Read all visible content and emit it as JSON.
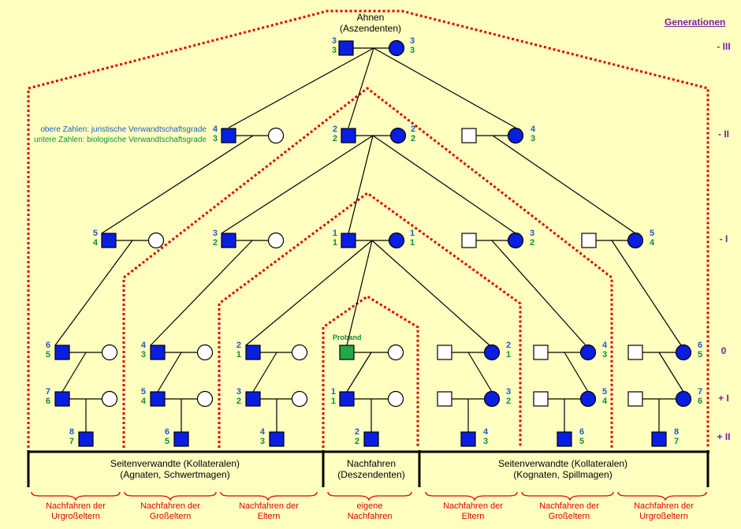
{
  "title": {
    "line1": "Ahnen",
    "line2": "(Aszendenten)"
  },
  "generations_header": "Generationen",
  "generation_labels": [
    "- III",
    "- II",
    "- I",
    "0",
    "+ I",
    "+ II"
  ],
  "legend": {
    "top": "obere Zahlen: juristische Verwandtschaftsgrade",
    "bottom": "untere Zahlen: biologische Verwandtschaftsgrade"
  },
  "proband_label": "Proband",
  "groups": [
    {
      "line1": "Seitenverwandte (Kollateralen)",
      "line2": "(Agnaten, Schwertmagen)"
    },
    {
      "line1": "Nachfahren",
      "line2": "(Deszendenten)"
    },
    {
      "line1": "Seitenverwandte (Kollateralen)",
      "line2": "(Kognaten, Spillmagen)"
    }
  ],
  "subgroups": [
    {
      "line1": "Nachfahren der",
      "line2": "Urgroßeltern"
    },
    {
      "line1": "Nachfahren der",
      "line2": "Großeltern"
    },
    {
      "line1": "Nachfahren der",
      "line2": "Eltern"
    },
    {
      "line1": "eigene",
      "line2": "Nachfahren"
    },
    {
      "line1": "Nachfahren der",
      "line2": "Eltern"
    },
    {
      "line1": "Nachfahren der",
      "line2": "Großeltern"
    },
    {
      "line1": "Nachfahren der",
      "line2": "Urgroßeltern"
    }
  ],
  "degree_labels": [
    {
      "id": "ggp-m",
      "jur": "3",
      "bio": "3"
    },
    {
      "id": "ggp-f",
      "jur": "3",
      "bio": "3"
    },
    {
      "id": "gp-l",
      "jur": "4",
      "bio": "3"
    },
    {
      "id": "gp-c",
      "jur": "2",
      "bio": "2"
    },
    {
      "id": "gp-cf",
      "jur": "2",
      "bio": "2"
    },
    {
      "id": "gp-r",
      "jur": "4",
      "bio": "3"
    },
    {
      "id": "p-1",
      "jur": "5",
      "bio": "4"
    },
    {
      "id": "p-2",
      "jur": "3",
      "bio": "2"
    },
    {
      "id": "p-3",
      "jur": "1",
      "bio": "1"
    },
    {
      "id": "p-3f",
      "jur": "1",
      "bio": "1"
    },
    {
      "id": "p-5",
      "jur": "3",
      "bio": "2"
    },
    {
      "id": "p-6",
      "jur": "5",
      "bio": "4"
    },
    {
      "id": "g0-1",
      "jur": "6",
      "bio": "5"
    },
    {
      "id": "g0-2",
      "jur": "4",
      "bio": "3"
    },
    {
      "id": "g0-3",
      "jur": "2",
      "bio": "1"
    },
    {
      "id": "g0-5",
      "jur": "2",
      "bio": "1"
    },
    {
      "id": "g0-6",
      "jur": "4",
      "bio": "3"
    },
    {
      "id": "g0-7",
      "jur": "6",
      "bio": "5"
    },
    {
      "id": "g1-1",
      "jur": "7",
      "bio": "6"
    },
    {
      "id": "g1-2",
      "jur": "5",
      "bio": "4"
    },
    {
      "id": "g1-3",
      "jur": "3",
      "bio": "2"
    },
    {
      "id": "g1-4",
      "jur": "1",
      "bio": "1"
    },
    {
      "id": "g1-5",
      "jur": "3",
      "bio": "2"
    },
    {
      "id": "g1-6",
      "jur": "5",
      "bio": "4"
    },
    {
      "id": "g1-7",
      "jur": "7",
      "bio": "6"
    },
    {
      "id": "g2-1",
      "jur": "8",
      "bio": "7"
    },
    {
      "id": "g2-2",
      "jur": "6",
      "bio": "5"
    },
    {
      "id": "g2-3",
      "jur": "4",
      "bio": "3"
    },
    {
      "id": "g2-4",
      "jur": "2",
      "bio": "2"
    },
    {
      "id": "g2-5",
      "jur": "4",
      "bio": "3"
    },
    {
      "id": "g2-6",
      "jur": "6",
      "bio": "5"
    },
    {
      "id": "g2-7",
      "jur": "8",
      "bio": "7"
    }
  ],
  "colors": {
    "background": "#FFFFC0",
    "blood_relative": "#0A1EE0",
    "proband": "#1FA84A",
    "dotted_border": "#E00000",
    "juristic_number": "#1C5FC0",
    "biological_number": "#138C3C",
    "generation": "#7A1FA2"
  }
}
